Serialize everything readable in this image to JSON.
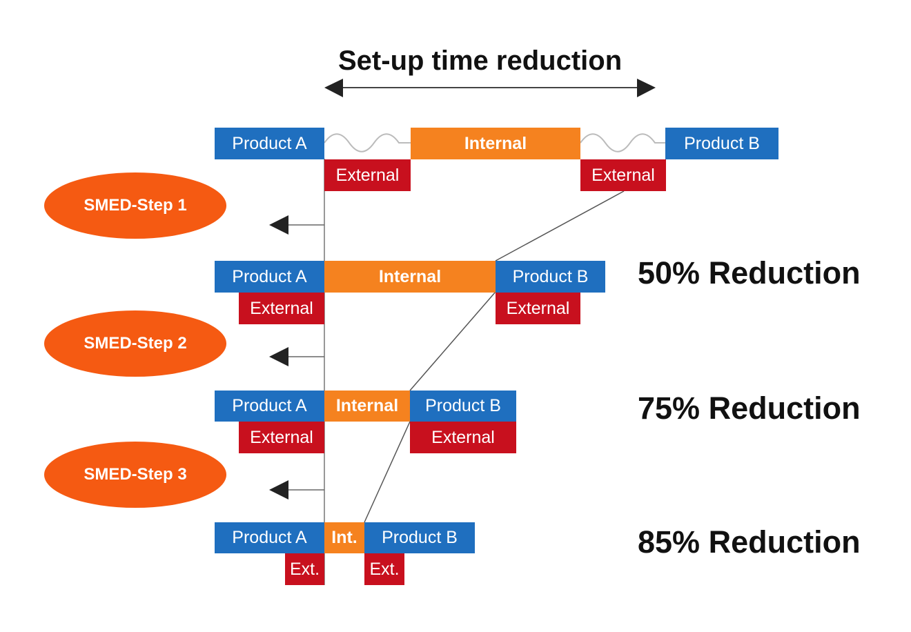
{
  "title": "Set-up time reduction",
  "colors": {
    "product": "#1f6fbf",
    "external": "#c8101e",
    "internal": "#f5821f",
    "step": "#f55a12",
    "line": "#555555",
    "arrow": "#222222"
  },
  "rows": [
    {
      "product_a": "Product A",
      "internal": "Internal",
      "product_b": "Product B",
      "external_left": "External",
      "external_right": "External"
    },
    {
      "product_a": "Product A",
      "internal": "Internal",
      "product_b": "Product B",
      "external_left": "External",
      "external_right": "External",
      "reduction": "50% Reduction"
    },
    {
      "product_a": "Product A",
      "internal": "Internal",
      "product_b": "Product B",
      "external_left": "External",
      "external_right": "External",
      "reduction": "75% Reduction"
    },
    {
      "product_a": "Product A",
      "internal": "Int.",
      "product_b": "Product B",
      "external_left": "Ext.",
      "external_right": "Ext.",
      "reduction": "85% Reduction"
    }
  ],
  "steps": [
    "SMED-Step 1",
    "SMED-Step 2",
    "SMED-Step 3"
  ],
  "icons": {
    "title_arrow": "double-headed-arrow-icon",
    "step_arrow": "left-arrow-icon",
    "wait_gap": "wavy-line-icon"
  }
}
